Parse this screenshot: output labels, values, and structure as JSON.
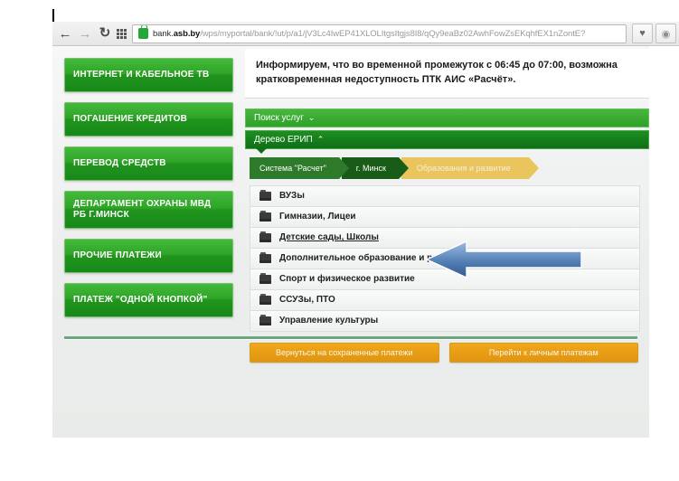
{
  "browser": {
    "back_icon": "back-arrow-icon",
    "forward_icon": "forward-arrow-icon",
    "reload_icon": "reload-icon",
    "apps_icon": "apps-grid-icon",
    "lock_icon": "lock-icon",
    "url_host": "bank.",
    "url_host_bold": "asb.by",
    "url_path": "/wps/myportal/bank/!ut/p/a1/jV3Lc4IwEP41XLOLItgsItgjs8I8/qQy9eaBz02AwhFowZsEKqhfEX1nZontE?",
    "bookmark_icon": "heart-icon",
    "menu_icon": "account-circle-icon"
  },
  "sidebar": {
    "items": [
      {
        "label": "ИНТЕРНЕТ И КАБЕЛЬНОЕ ТВ"
      },
      {
        "label": "ПОГАШЕНИЕ КРЕДИТОВ"
      },
      {
        "label": "ПЕРЕВОД СРЕДСТВ"
      },
      {
        "label": "ДЕПАРТАМЕНТ ОХРАНЫ МВД РБ Г.МИНСК"
      },
      {
        "label": "ПРОЧИЕ ПЛАТЕЖИ"
      },
      {
        "label": "ПЛАТЕЖ \"ОДНОЙ КНОПКОЙ\""
      }
    ]
  },
  "main": {
    "notice": "Информируем, что во временной промежуток с 06:45 до 07:00, возможна кратковременная недоступность ПТК АИС «Расчёт».",
    "search_bar": {
      "label": "Поиск услуг",
      "chevron": "⌄"
    },
    "tree_bar": {
      "label": "Дерево ЕРИП",
      "chevron": "⌃"
    },
    "breadcrumbs": [
      {
        "label": "Система \"Расчет\""
      },
      {
        "label": "г. Минск"
      },
      {
        "label": "Образования и развитие"
      }
    ],
    "list": [
      {
        "label": "ВУЗы",
        "active": false
      },
      {
        "label": "Гимназии, Лицеи",
        "active": false
      },
      {
        "label": "Детские сады, Школы",
        "active": true
      },
      {
        "label": "Дополнительное образование и развитие",
        "active": false
      },
      {
        "label": "Спорт и физическое развитие",
        "active": false
      },
      {
        "label": "ССУЗы, ПТО",
        "active": false
      },
      {
        "label": "Управление культуры",
        "active": false
      }
    ],
    "actions": {
      "back_to_saved": "Вернуться на сохраненные платежи",
      "go_to_personal": "Перейти к личным платежам"
    }
  },
  "annotation": {
    "arrow_icon": "left-pointing-arrow-callout",
    "arrow_color": "#5a87c0"
  },
  "colors": {
    "green_light": "#2fa528",
    "green_dark": "#0f6f16",
    "orange": "#e09410",
    "breadcrumb_yellow": "#eac45c",
    "arrow_blue": "#5a87c0"
  }
}
